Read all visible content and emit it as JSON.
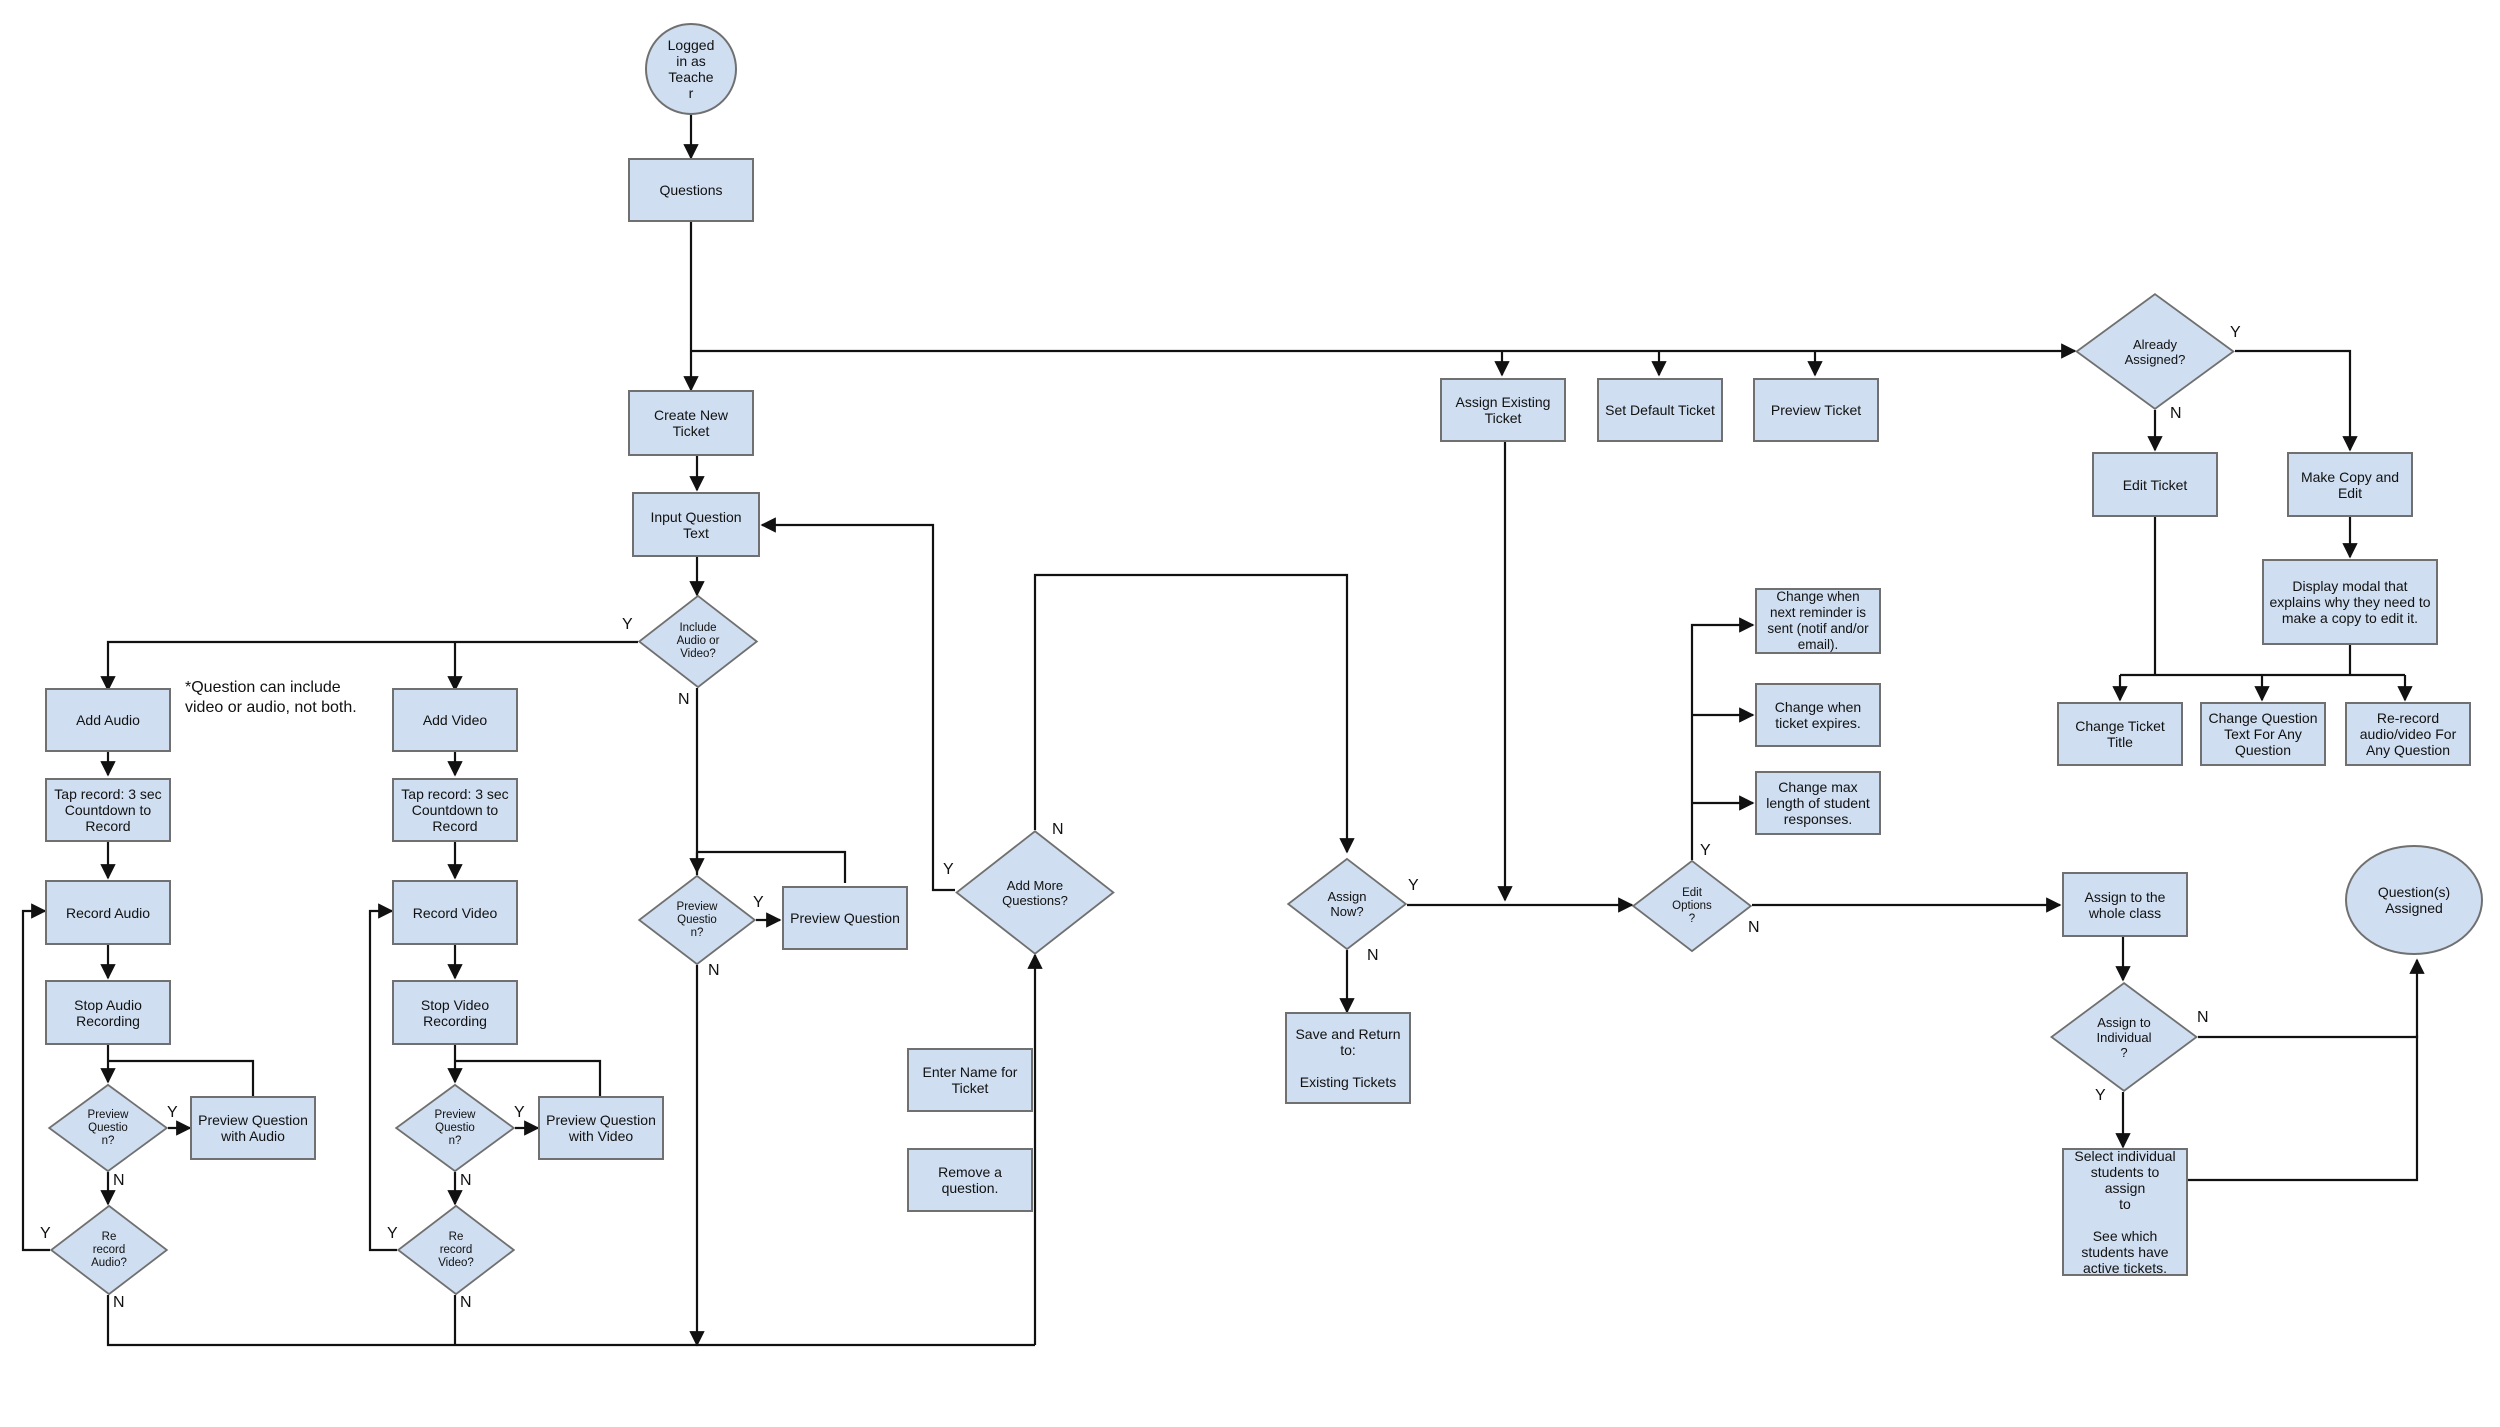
{
  "nodes": {
    "logged_in": "Logged\nin as\nTeache\nr",
    "questions": "Questions",
    "create_new_ticket": "Create New\nTicket",
    "input_question_text": "Input Question\nText",
    "include_audio_video": "Include\nAudio or\nVideo?",
    "add_audio": "Add Audio",
    "add_video": "Add Video",
    "tap_record_audio": "Tap record: 3 sec\nCountdown to\nRecord",
    "tap_record_video": "Tap record: 3 sec\nCountdown to\nRecord",
    "record_audio": "Record Audio",
    "record_video": "Record Video",
    "stop_audio": "Stop Audio\nRecording",
    "stop_video": "Stop Video\nRecording",
    "preview_q_audio": "Preview\nQuestio\nn?",
    "preview_q_video": "Preview\nQuestio\nn?",
    "preview_with_audio": "Preview Question\nwith Audio",
    "preview_with_video": "Preview Question\nwith Video",
    "rerecord_audio": "Re\nrecord\nAudio?",
    "rerecord_video": "Re\nrecord\nVideo?",
    "preview_q_mid": "Preview\nQuestio\nn?",
    "preview_question": "Preview Question",
    "add_more_questions": "Add More\nQuestions?",
    "enter_name": "Enter Name for\nTicket",
    "remove_question": "Remove a\nquestion.",
    "assign_now": "Assign\nNow?",
    "save_return": "Save and Return\nto:\n\nExisting Tickets",
    "assign_existing": "Assign Existing\nTicket",
    "set_default": "Set Default Ticket",
    "preview_ticket": "Preview Ticket",
    "edit_options": "Edit\nOptions\n?",
    "change_reminder": "Change when\nnext reminder is\nsent (notif and/or\nemail).",
    "change_expires": "Change when\nticket expires.",
    "change_max_length": "Change max\nlength of student\nresponses.",
    "assign_whole_class": "Assign to the\nwhole class",
    "assign_individual": "Assign to\nIndividual\n?",
    "select_individual": "Select individual\nstudents to assign\nto\n\nSee which\nstudents have\nactive tickets.",
    "questions_assigned": "Question(s)\nAssigned",
    "already_assigned": "Already\nAssigned?",
    "edit_ticket": "Edit Ticket",
    "make_copy": "Make Copy and\nEdit",
    "display_modal": "Display modal that\nexplains why they need to\nmake a copy to edit it.",
    "change_ticket_title": "Change Ticket\nTitle",
    "change_question_text": "Change Question\nText For Any\nQuestion",
    "rerecord_any": "Re-record\naudio/video For\nAny Question"
  },
  "note": "*Question can include\nvideo or audio, not both.",
  "labels": {
    "yes": "Y",
    "no": "N"
  },
  "colors": {
    "node_fill": "#cfdef0",
    "node_border": "#707070",
    "line": "#111111"
  }
}
